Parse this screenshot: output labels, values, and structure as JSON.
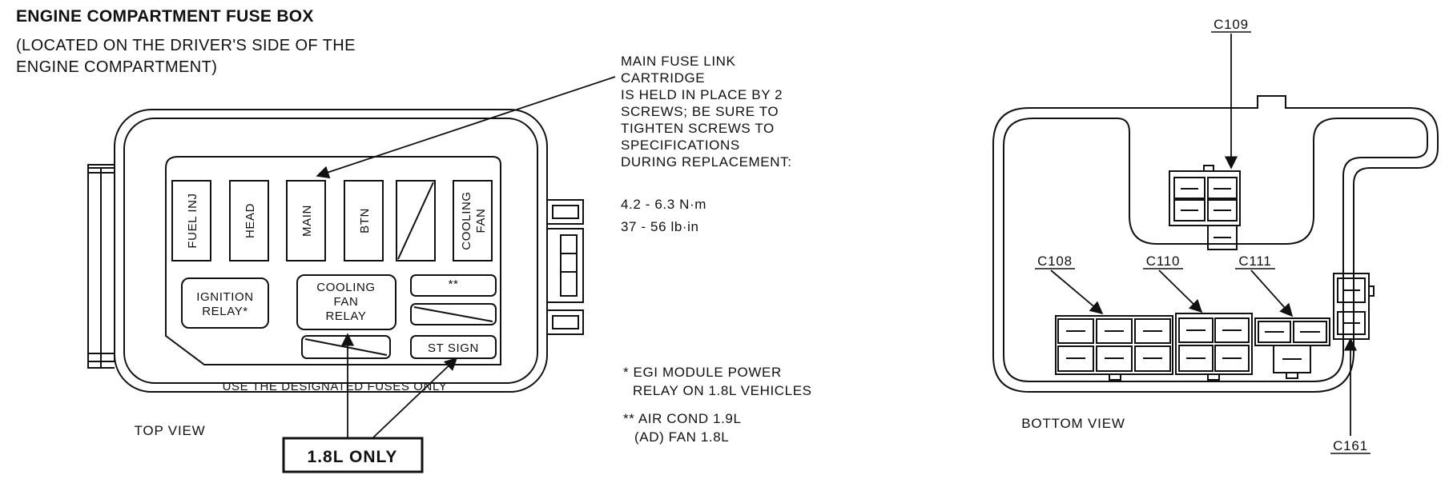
{
  "title": "ENGINE COMPARTMENT FUSE BOX",
  "location_line1": "(LOCATED ON THE DRIVER'S SIDE OF THE",
  "location_line2": "ENGINE COMPARTMENT)",
  "main_fuse_note": [
    "MAIN FUSE LINK",
    "CARTRIDGE",
    "IS HELD IN PLACE BY 2",
    "SCREWS; BE SURE TO",
    "TIGHTEN SCREWS TO",
    "SPECIFICATIONS",
    "DURING REPLACEMENT:"
  ],
  "torque_nm": "4.2 - 6.3 N·m",
  "torque_lbin": "37 - 56 lb·in",
  "fuses": {
    "fuel_inj": "FUEL INJ",
    "head": "HEAD",
    "main": "MAIN",
    "btn": "BTN",
    "cooling_fan_1": "COOLING",
    "cooling_fan_2": "FAN"
  },
  "relays": {
    "ignition_1": "IGNITION",
    "ignition_2": "RELAY*",
    "cooling_fan_1": "COOLING",
    "cooling_fan_2": "FAN",
    "cooling_fan_3": "RELAY",
    "double_star": "**",
    "st_sign": "ST SIGN"
  },
  "designated_fuses": "USE THE DESIGNATED FUSES ONLY",
  "top_view": "TOP VIEW",
  "only_18l": "1.8L ONLY",
  "footnote_1_line1": "* EGI MODULE POWER",
  "footnote_1_line2": "RELAY ON 1.8L VEHICLES",
  "footnote_2_line1": "** AIR COND 1.9L",
  "footnote_2_line2": "(AD) FAN 1.8L",
  "bottom_view": "BOTTOM VIEW",
  "connectors": {
    "c109": "C109",
    "c108": "C108",
    "c110": "C110",
    "c111": "C111",
    "c161": "C161"
  }
}
